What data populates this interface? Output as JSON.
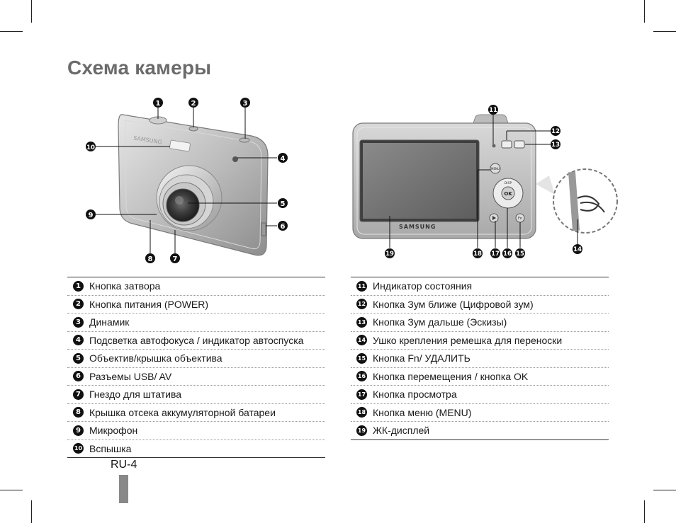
{
  "title": "Схема камеры",
  "page_number": "RU-4",
  "brand": "SAMSUNG",
  "button_labels": {
    "menu": "MENU",
    "ok": "OK",
    "disp": "DISP",
    "fn": "Fn"
  },
  "callouts": [
    "1",
    "2",
    "3",
    "4",
    "5",
    "6",
    "7",
    "8",
    "9",
    "10",
    "11",
    "12",
    "13",
    "14",
    "15",
    "16",
    "17",
    "18",
    "19"
  ],
  "legend_left": [
    {
      "num": "1",
      "label": "Кнопка затвора"
    },
    {
      "num": "2",
      "label": "Кнопка питания (POWER)"
    },
    {
      "num": "3",
      "label": "Динамик"
    },
    {
      "num": "4",
      "label": "Подсветка автофокуса / индикатор автоспуска"
    },
    {
      "num": "5",
      "label": "Объектив/крышка объектива"
    },
    {
      "num": "6",
      "label": "Разъемы USB/ AV"
    },
    {
      "num": "7",
      "label": "Гнездо для штатива"
    },
    {
      "num": "8",
      "label": "Крышка отсека аккумуляторной батареи"
    },
    {
      "num": "9",
      "label": "Микрофон"
    },
    {
      "num": "10",
      "label": "Вспышка"
    }
  ],
  "legend_right": [
    {
      "num": "11",
      "label": "Индикатор состояния"
    },
    {
      "num": "12",
      "label": "Кнопка Зум ближе (Цифровой зум)"
    },
    {
      "num": "13",
      "label": "Кнопка Зум дальше (Эскизы)"
    },
    {
      "num": "14",
      "label": "Ушко крепления ремешка для переноски"
    },
    {
      "num": "15",
      "label": "Кнопка Fn/ УДАЛИТЬ"
    },
    {
      "num": "16",
      "label": "Кнопка перемещения / кнопка OK"
    },
    {
      "num": "17",
      "label": "Кнопка просмотра"
    },
    {
      "num": "18",
      "label": "Кнопка меню (MENU)"
    },
    {
      "num": "19",
      "label": "ЖК-дисплей"
    }
  ]
}
